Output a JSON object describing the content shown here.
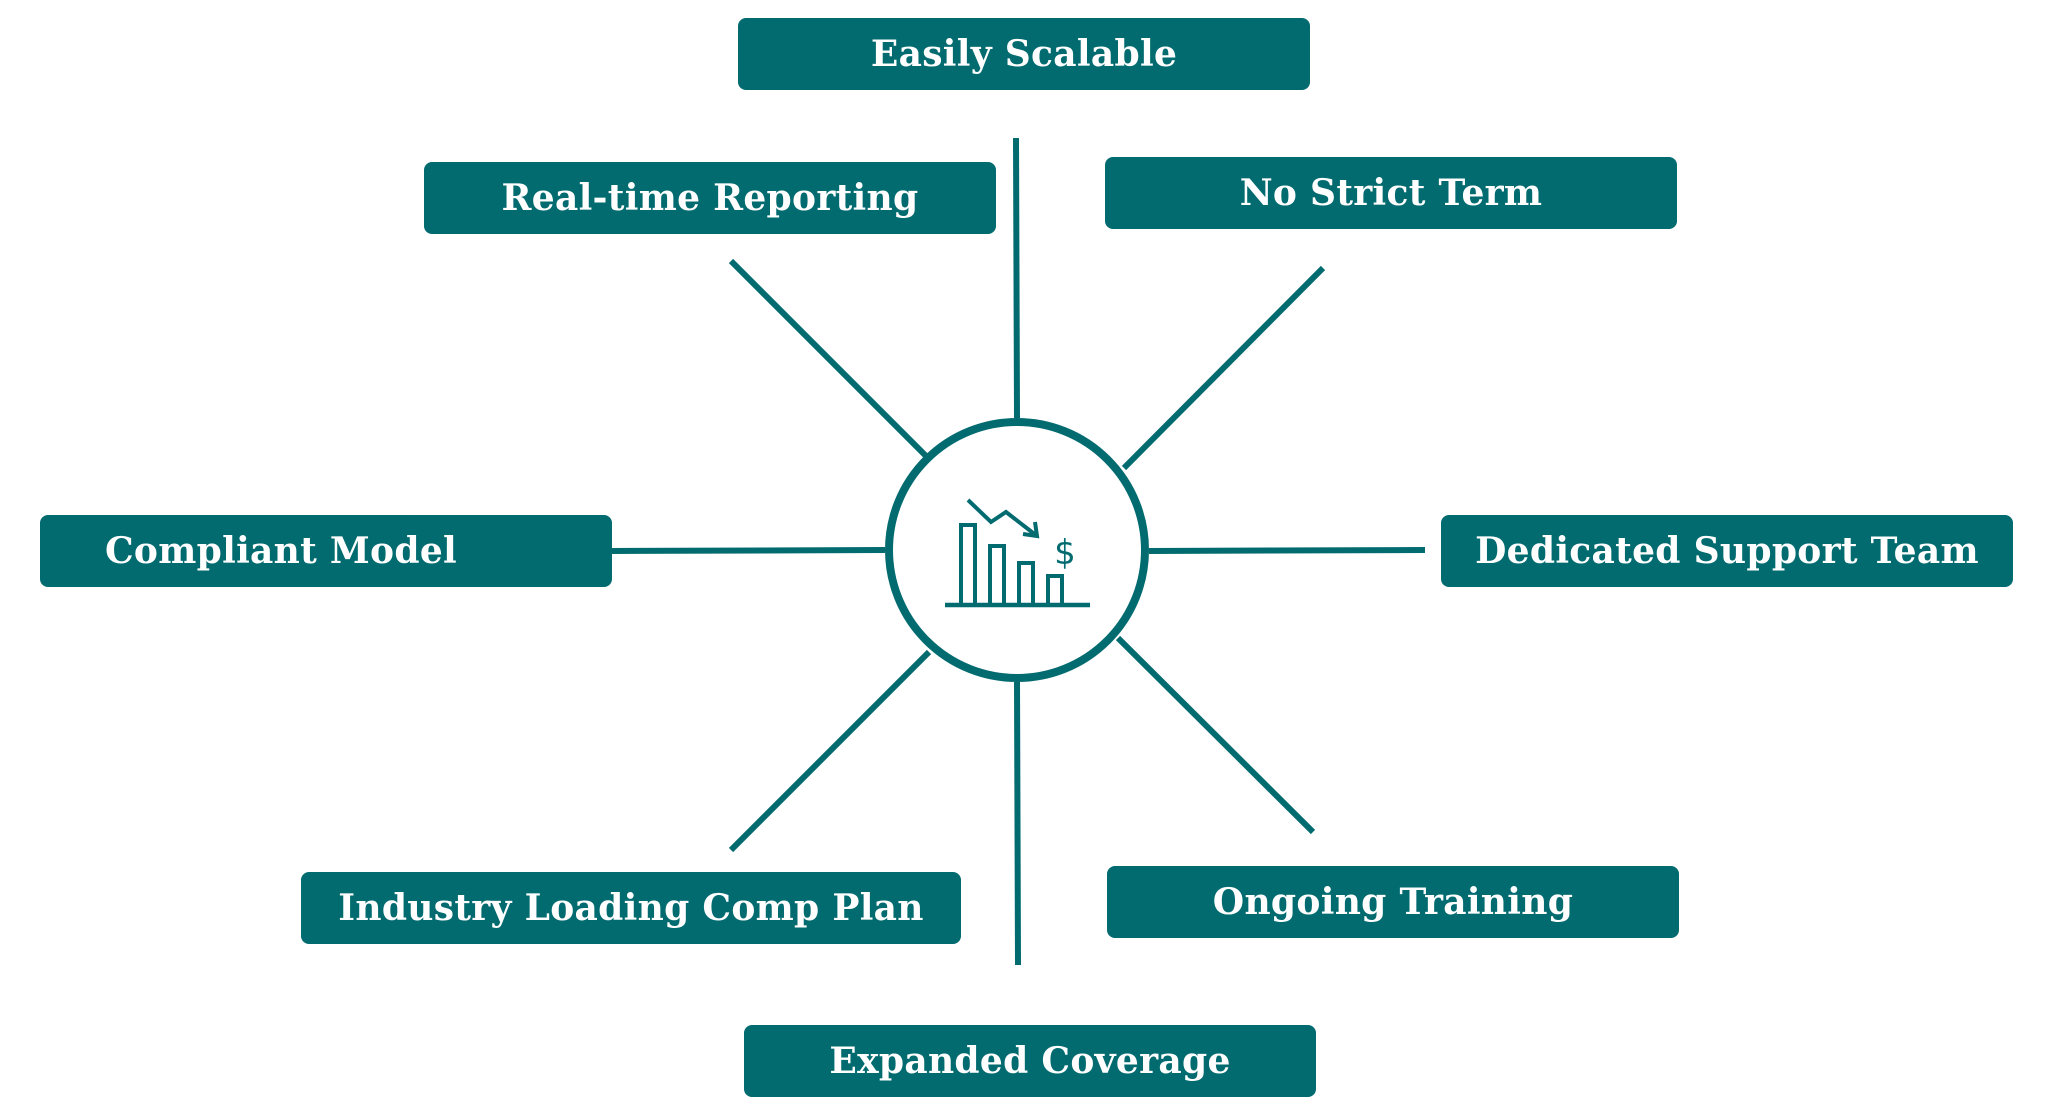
{
  "diagram": {
    "center": {
      "icon": "declining-cost-chart-icon"
    },
    "benefits": [
      {
        "label": "Easily Scalable"
      },
      {
        "label": "Real-time Reporting"
      },
      {
        "label": "No Strict Term"
      },
      {
        "label": "Compliant Model"
      },
      {
        "label": "Dedicated Support Team"
      },
      {
        "label": "Industry Loading Comp Plan"
      },
      {
        "label": "Ongoing Training"
      },
      {
        "label": "Expanded Coverage"
      }
    ]
  },
  "colors": {
    "teal": "#026b70",
    "text": "#ffffff",
    "background": "#ffffff"
  }
}
